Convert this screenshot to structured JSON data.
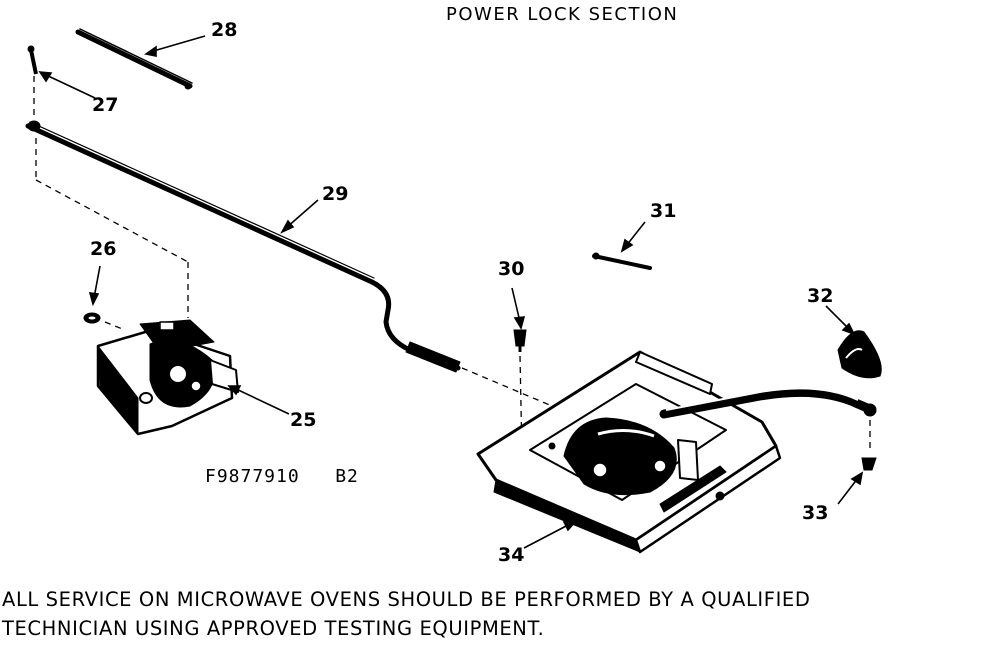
{
  "title": "POWER LOCK SECTION",
  "figure_code": "F9877910   B2",
  "callouts": {
    "c25": "25",
    "c26": "26",
    "c27": "27",
    "c28": "28",
    "c29": "29",
    "c30": "30",
    "c31": "31",
    "c32": "32",
    "c33": "33",
    "c34": "34"
  },
  "footer": {
    "line1": "ALL SERVICE ON MICROWAVE OVENS SHOULD BE PERFORMED BY A QUALIFIED",
    "line2": "TECHNICIAN USING APPROVED TESTING EQUIPMENT."
  }
}
